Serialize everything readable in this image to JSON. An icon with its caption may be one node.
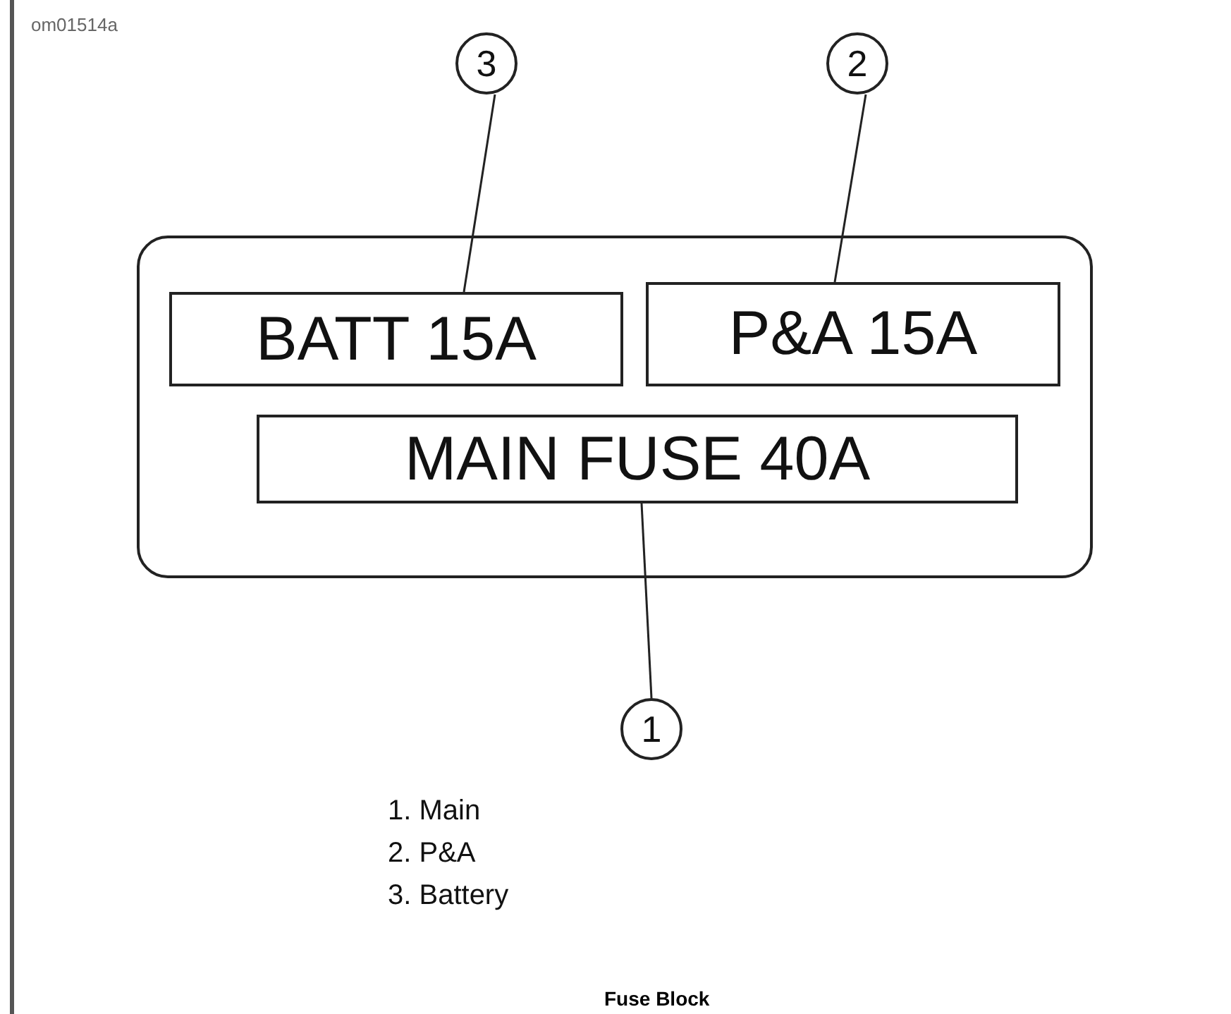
{
  "diagram": {
    "caption": "Fuse Block",
    "nodes": [
      {
        "text": [],
        "shape": "box"
      },
      {
        "text": [
          "BATT 15A"
        ],
        "in": 0
      },
      {
        "text": [
          "P&A 15A"
        ],
        "in": 0
      },
      {
        "text": [
          "MAIN FUSE 40A"
        ],
        "in": 0
      },
      {
        "text": [
          "3"
        ]
      },
      {
        "text": [
          "2"
        ]
      },
      {
        "text": [
          "1"
        ]
      }
    ],
    "edges": [
      {
        "from": 4,
        "to": 1,
        "arrow": "none"
      },
      {
        "from": 5,
        "to": 2,
        "arrow": "none"
      },
      {
        "from": 6,
        "to": 3,
        "arrow": "none"
      }
    ],
    "labels": [
      "om01514a",
      "1. Main",
      "2. P&A",
      "3. Battery"
    ]
  }
}
